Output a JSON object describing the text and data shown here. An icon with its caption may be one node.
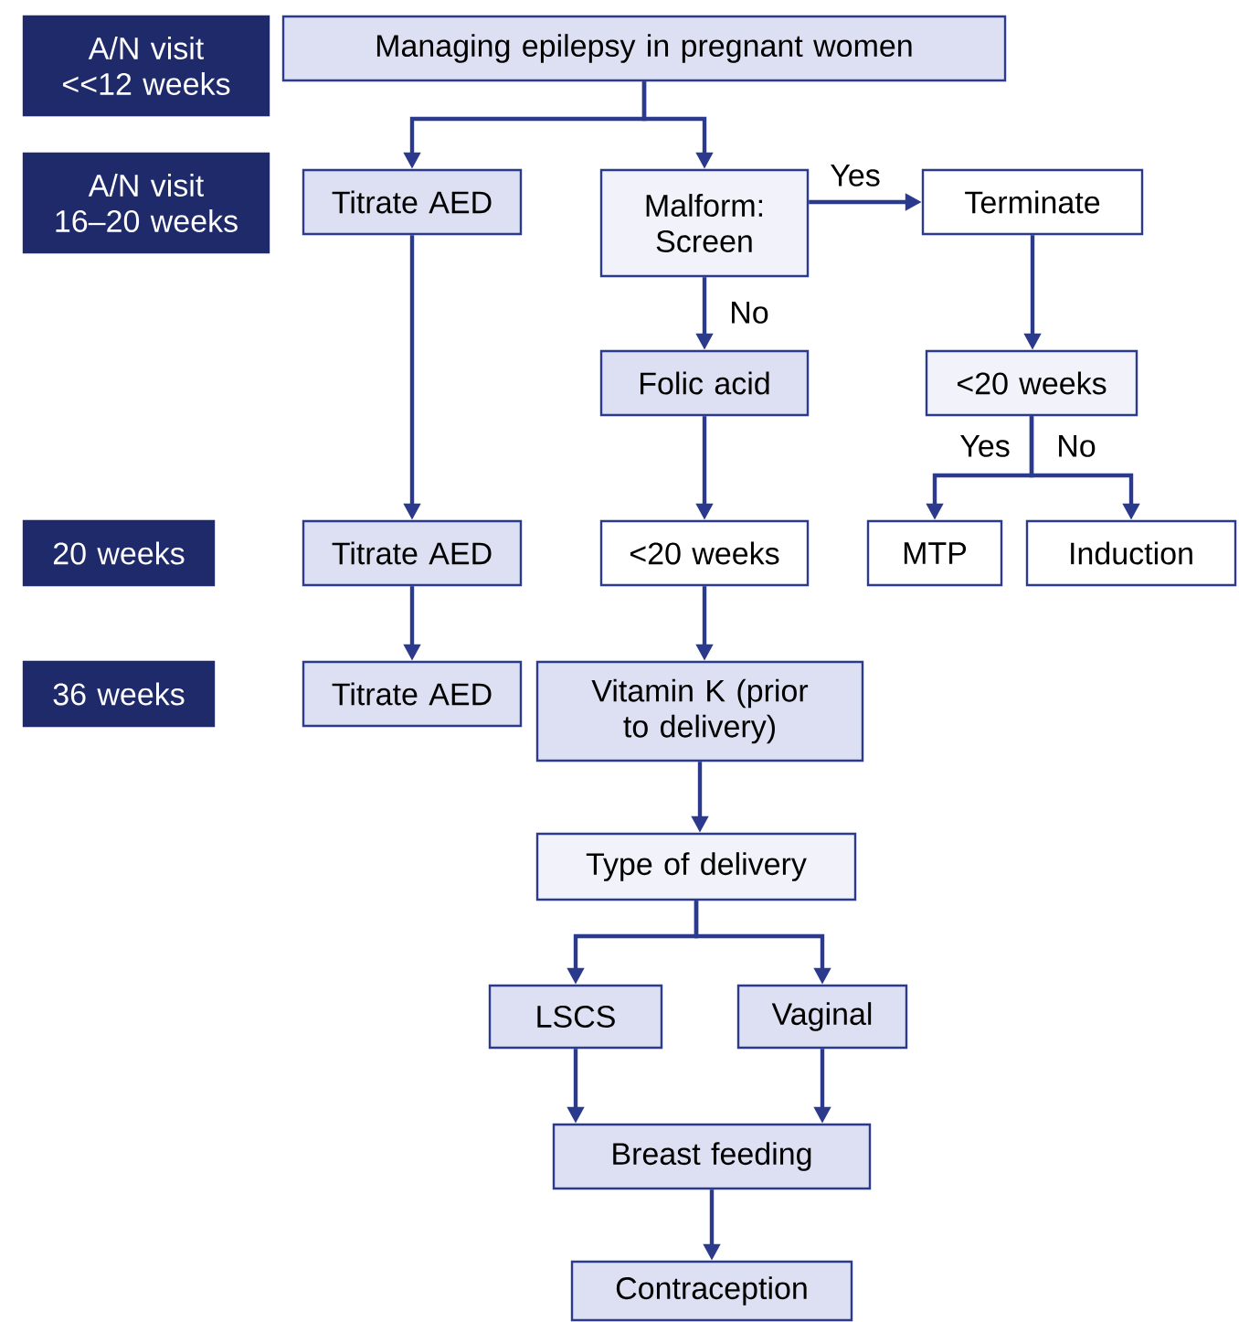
{
  "diagram": {
    "nodes": [
      {
        "text": [
          "A/N visit <<12 weeks"
        ]
      },
      {
        "text": [
          "Managing epilepsy in pregnant women"
        ]
      },
      {
        "text": [
          "A/N visit 16–20 weeks"
        ]
      },
      {
        "text": [
          "Titrate AED"
        ]
      },
      {
        "text": [
          "Malform: Screen"
        ]
      },
      {
        "text": [
          "Terminate"
        ]
      },
      {
        "text": [
          "Folic acid"
        ]
      },
      {
        "text": [
          "<20 weeks"
        ]
      },
      {
        "text": [
          "20 weeks"
        ]
      },
      {
        "text": [
          "Titrate AED"
        ]
      },
      {
        "text": [
          "<20 weeks"
        ]
      },
      {
        "text": [
          "MTP"
        ]
      },
      {
        "text": [
          "Induction"
        ]
      },
      {
        "text": [
          "36 weeks"
        ]
      },
      {
        "text": [
          "Titrate AED"
        ]
      },
      {
        "text": [
          "Vitamin K (prior to delivery)"
        ]
      },
      {
        "text": [
          "Type of delivery"
        ]
      },
      {
        "text": [
          "LSCS"
        ]
      },
      {
        "text": [
          "Vaginal"
        ]
      },
      {
        "text": [
          "Breast feeding"
        ]
      },
      {
        "text": [
          "Contraception"
        ]
      }
    ],
    "edges": [
      {
        "from": 1,
        "to": 3,
        "arrow": "to"
      },
      {
        "from": 1,
        "to": 4,
        "arrow": "to"
      },
      {
        "from": 3,
        "to": 9,
        "arrow": "to"
      },
      {
        "from": 4,
        "to": 5,
        "arrow": "to",
        "label": "Yes"
      },
      {
        "from": 4,
        "to": 6,
        "arrow": "to",
        "label": "No"
      },
      {
        "from": 5,
        "to": 7,
        "arrow": "to"
      },
      {
        "from": 7,
        "to": 11,
        "arrow": "to",
        "label": "Yes"
      },
      {
        "from": 7,
        "to": 12,
        "arrow": "to",
        "label": "No"
      },
      {
        "from": 6,
        "to": 10,
        "arrow": "to"
      },
      {
        "from": 9,
        "to": 14,
        "arrow": "to"
      },
      {
        "from": 10,
        "to": 15,
        "arrow": "to"
      },
      {
        "from": 15,
        "to": 16,
        "arrow": "to"
      },
      {
        "from": 16,
        "to": 17,
        "arrow": "to"
      },
      {
        "from": 16,
        "to": 18,
        "arrow": "to"
      },
      {
        "from": 17,
        "to": 19,
        "arrow": "to"
      },
      {
        "from": 18,
        "to": 19,
        "arrow": "to"
      },
      {
        "from": 19,
        "to": 20,
        "arrow": "to"
      }
    ]
  }
}
